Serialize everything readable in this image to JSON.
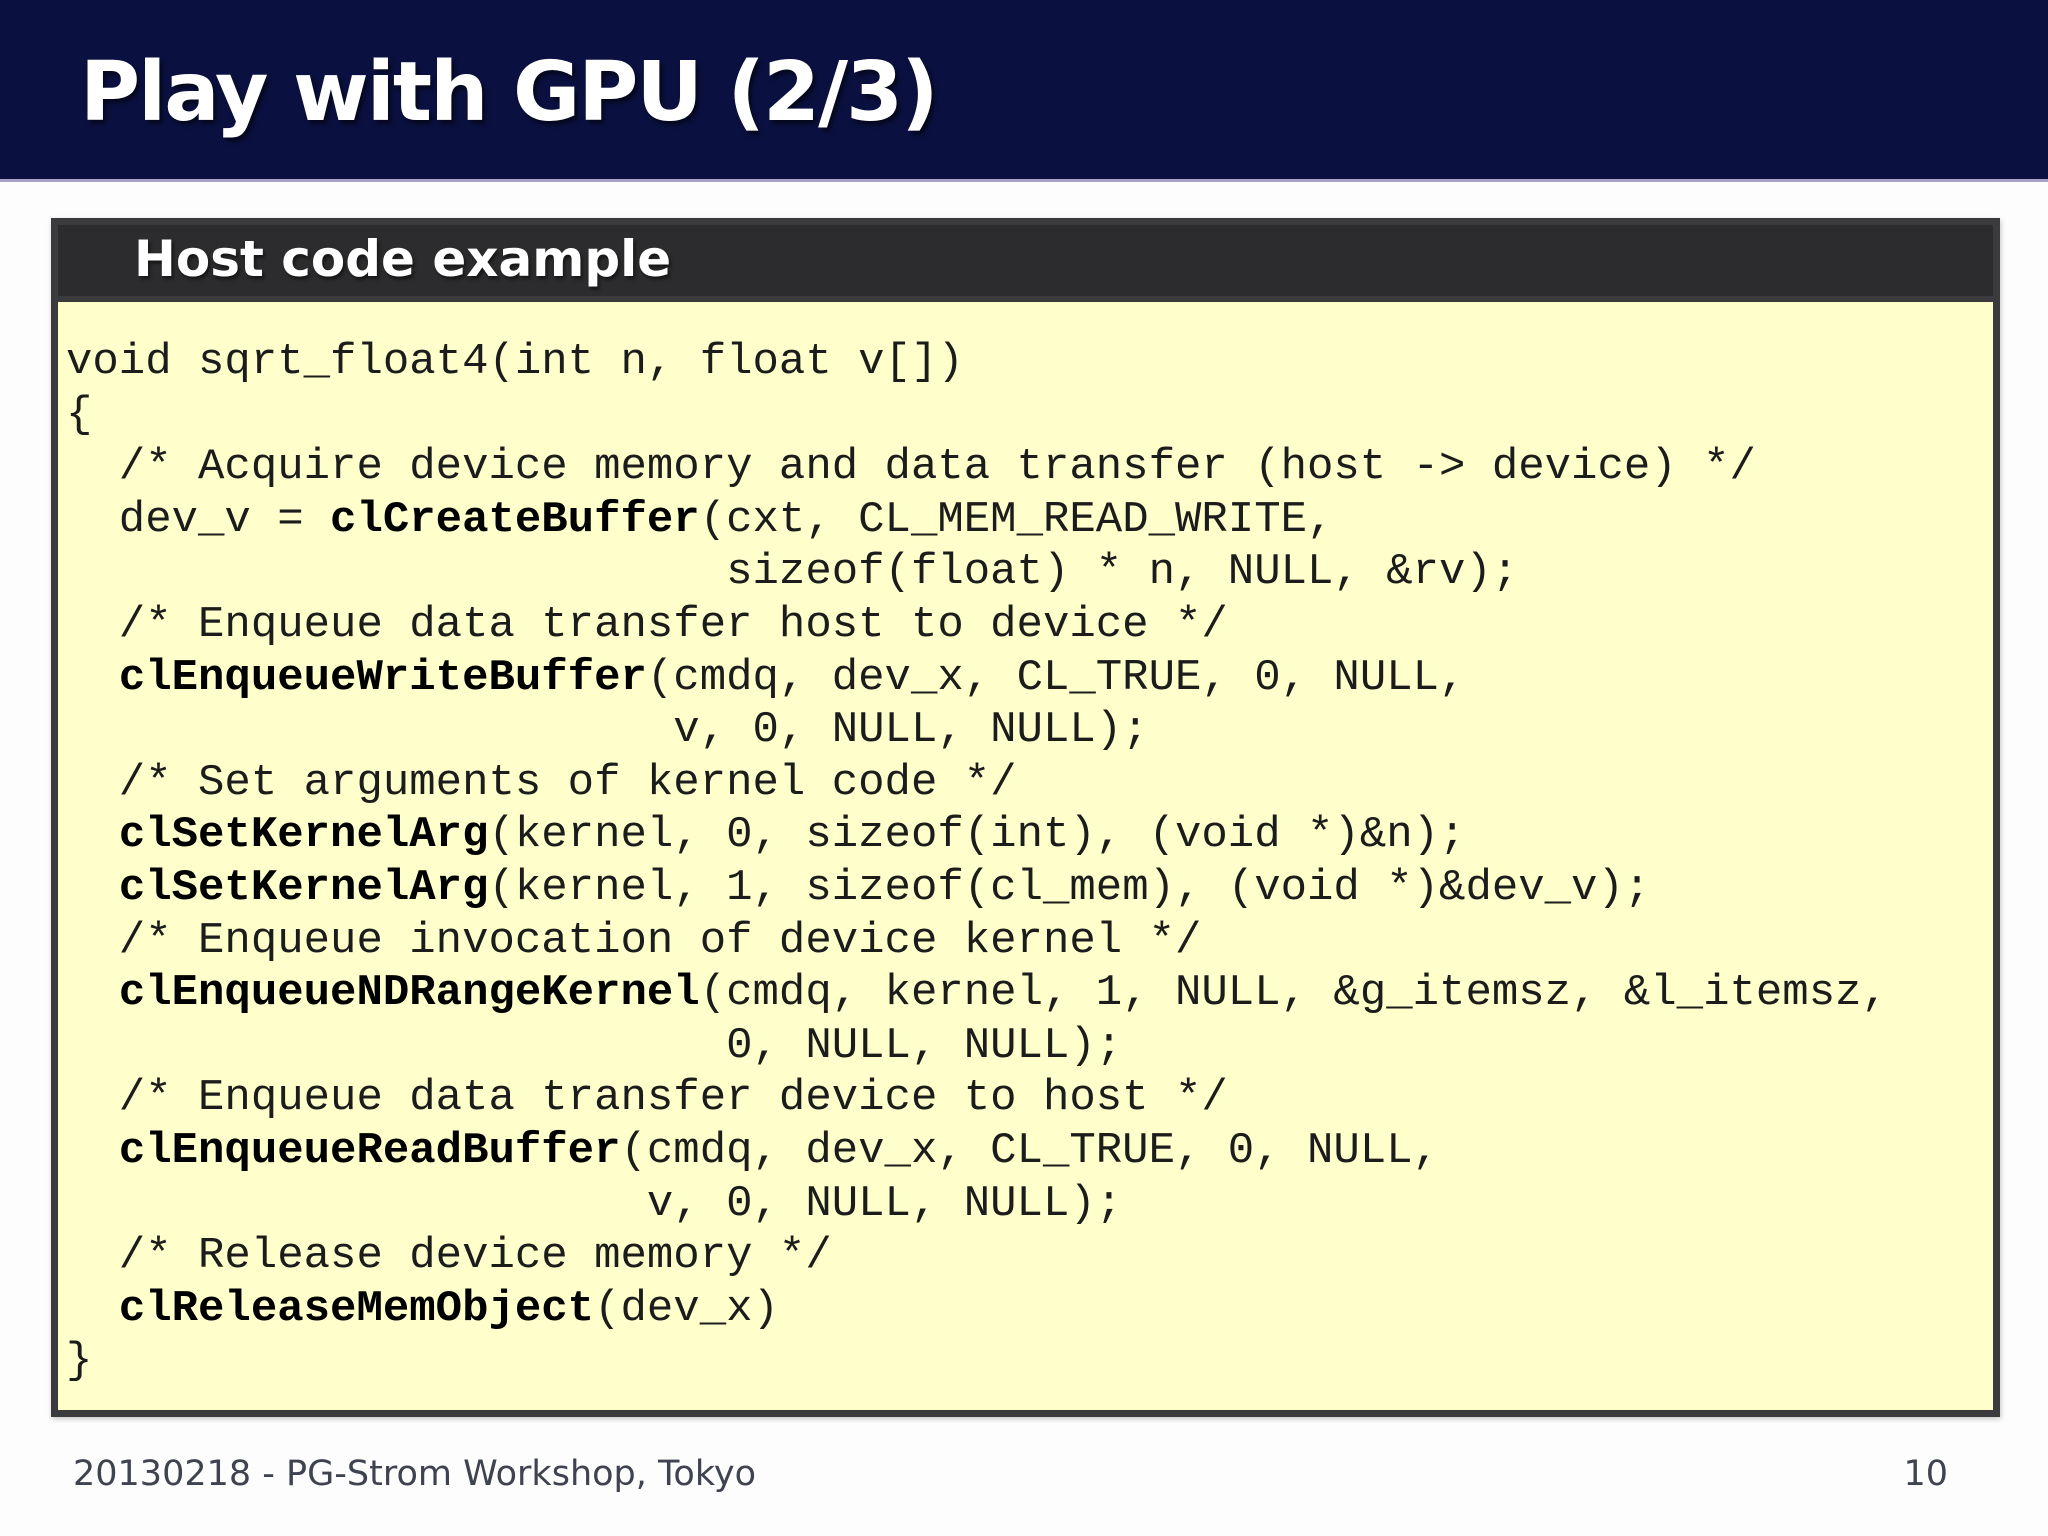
{
  "title_bar": {
    "title": "Play with GPU (2/3)"
  },
  "code_panel": {
    "header": "Host code example",
    "language": "C (OpenCL host code)",
    "lines": [
      [
        {
          "t": "void sqrt_float4(int n, float v[])",
          "b": false
        }
      ],
      [
        {
          "t": "{",
          "b": false
        }
      ],
      [
        {
          "t": "  /* Acquire device memory and data transfer (host -> device) */",
          "b": false
        }
      ],
      [
        {
          "t": "  dev_v = ",
          "b": false
        },
        {
          "t": "clCreateBuffer",
          "b": true
        },
        {
          "t": "(cxt, CL_MEM_READ_WRITE,",
          "b": false
        }
      ],
      [
        {
          "t": "                         sizeof(float) * n, NULL, &rv);",
          "b": false
        }
      ],
      [
        {
          "t": "  /* Enqueue data transfer host to device */",
          "b": false
        }
      ],
      [
        {
          "t": "  ",
          "b": false
        },
        {
          "t": "clEnqueueWriteBuffer",
          "b": true
        },
        {
          "t": "(cmdq, dev_x, CL_TRUE, 0, NULL,",
          "b": false
        }
      ],
      [
        {
          "t": "                       v, 0, NULL, NULL);",
          "b": false
        }
      ],
      [
        {
          "t": "  /* Set arguments of kernel code */",
          "b": false
        }
      ],
      [
        {
          "t": "  ",
          "b": false
        },
        {
          "t": "clSetKernelArg",
          "b": true
        },
        {
          "t": "(kernel, 0, sizeof(int), (void *)&n);",
          "b": false
        }
      ],
      [
        {
          "t": "  ",
          "b": false
        },
        {
          "t": "clSetKernelArg",
          "b": true
        },
        {
          "t": "(kernel, 1, sizeof(cl_mem), (void *)&dev_v);",
          "b": false
        }
      ],
      [
        {
          "t": "  /* Enqueue invocation of device kernel */",
          "b": false
        }
      ],
      [
        {
          "t": "  ",
          "b": false
        },
        {
          "t": "clEnqueueNDRangeKernel",
          "b": true
        },
        {
          "t": "(cmdq, kernel, 1, NULL, &g_itemsz, &l_itemsz,",
          "b": false
        }
      ],
      [
        {
          "t": "                         0, NULL, NULL);",
          "b": false
        }
      ],
      [
        {
          "t": "  /* Enqueue data transfer device to host */",
          "b": false
        }
      ],
      [
        {
          "t": "  ",
          "b": false
        },
        {
          "t": "clEnqueueReadBuffer",
          "b": true
        },
        {
          "t": "(cmdq, dev_x, CL_TRUE, 0, NULL,",
          "b": false
        }
      ],
      [
        {
          "t": "                      v, 0, NULL, NULL);",
          "b": false
        }
      ],
      [
        {
          "t": "  /* Release device memory */",
          "b": false
        }
      ],
      [
        {
          "t": "  ",
          "b": false
        },
        {
          "t": "clReleaseMemObject",
          "b": true
        },
        {
          "t": "(dev_x)",
          "b": false
        }
      ],
      [
        {
          "t": "}",
          "b": false
        }
      ]
    ]
  },
  "footer": {
    "left_text": "20130218 - PG-Strom Workshop, Tokyo",
    "page_number": "10"
  },
  "colors": {
    "header_navy": "#0A1140",
    "header_underline": "#a9a2c8",
    "panel_border": "#3b3b3e",
    "panel_header_bg": "#2c2c2e",
    "code_bg": "#ffffcc",
    "code_text": "#1c1c1c",
    "footer_text": "#3f4350",
    "title_text": "#ffffff",
    "panel_header_text": "#ffffff"
  }
}
